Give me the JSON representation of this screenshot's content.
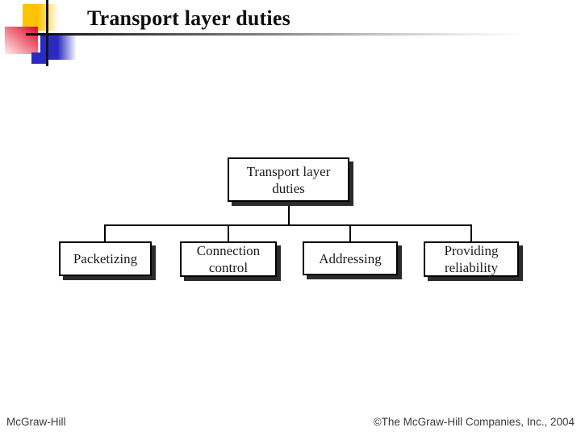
{
  "slide": {
    "title": "Transport layer duties",
    "footer_left": "McGraw-Hill",
    "footer_right": "©The McGraw-Hill Companies, Inc., 2004"
  },
  "diagram": {
    "type": "tree",
    "root": {
      "label": "Transport layer duties"
    },
    "children": [
      {
        "label": "Packetizing"
      },
      {
        "label": "Connection control"
      },
      {
        "label": "Addressing"
      },
      {
        "label": "Providing reliability"
      }
    ]
  },
  "colors": {
    "accent_yellow": "#FFC401",
    "accent_red": "#DF122E",
    "accent_blue": "#2B2BC4",
    "line_black": "#000000",
    "box_shadow": "#2B2B2B",
    "footer_text": "#3A3A3A"
  }
}
